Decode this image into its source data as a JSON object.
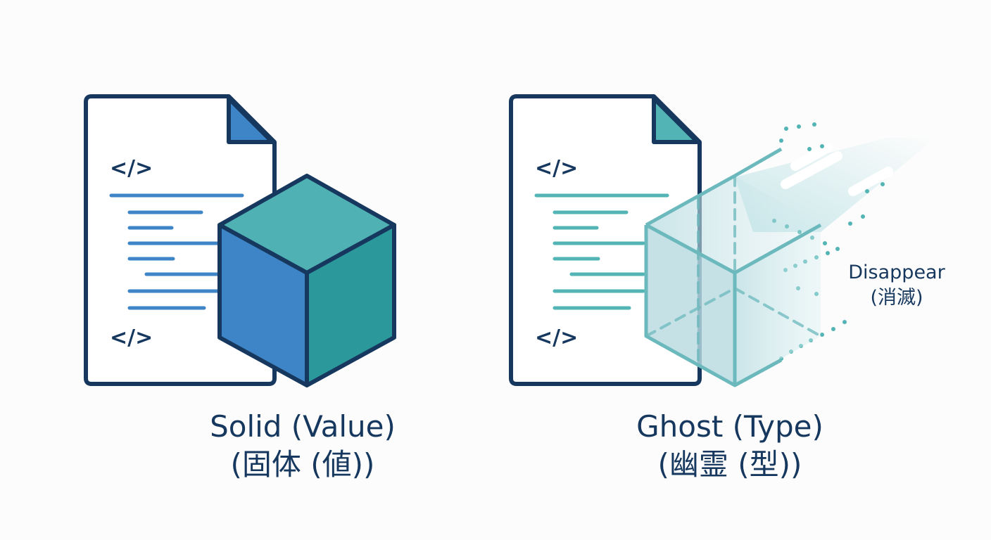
{
  "solid": {
    "icon": "code-document-icon",
    "open_tag": "</>",
    "close_tag": "</>",
    "title": "Solid (Value)",
    "subtitle": "(固体 (値))",
    "colors": {
      "outline": "#17385e",
      "code_line": "#3d85c6",
      "cube_front": "#3d85c6",
      "cube_top": "#4fb1b3",
      "cube_side": "#2b989b"
    }
  },
  "ghost": {
    "icon": "code-document-icon",
    "open_tag": "</>",
    "close_tag": "</>",
    "title": "Ghost (Type)",
    "subtitle": "(幽霊 (型))",
    "disappear": "Disappear",
    "disappear_jp": "(消滅)",
    "colors": {
      "outline": "#17385e",
      "code_line": "#52b4b4",
      "cube_edge": "#6cb9bd",
      "cube_fill": "#bddde2"
    }
  }
}
